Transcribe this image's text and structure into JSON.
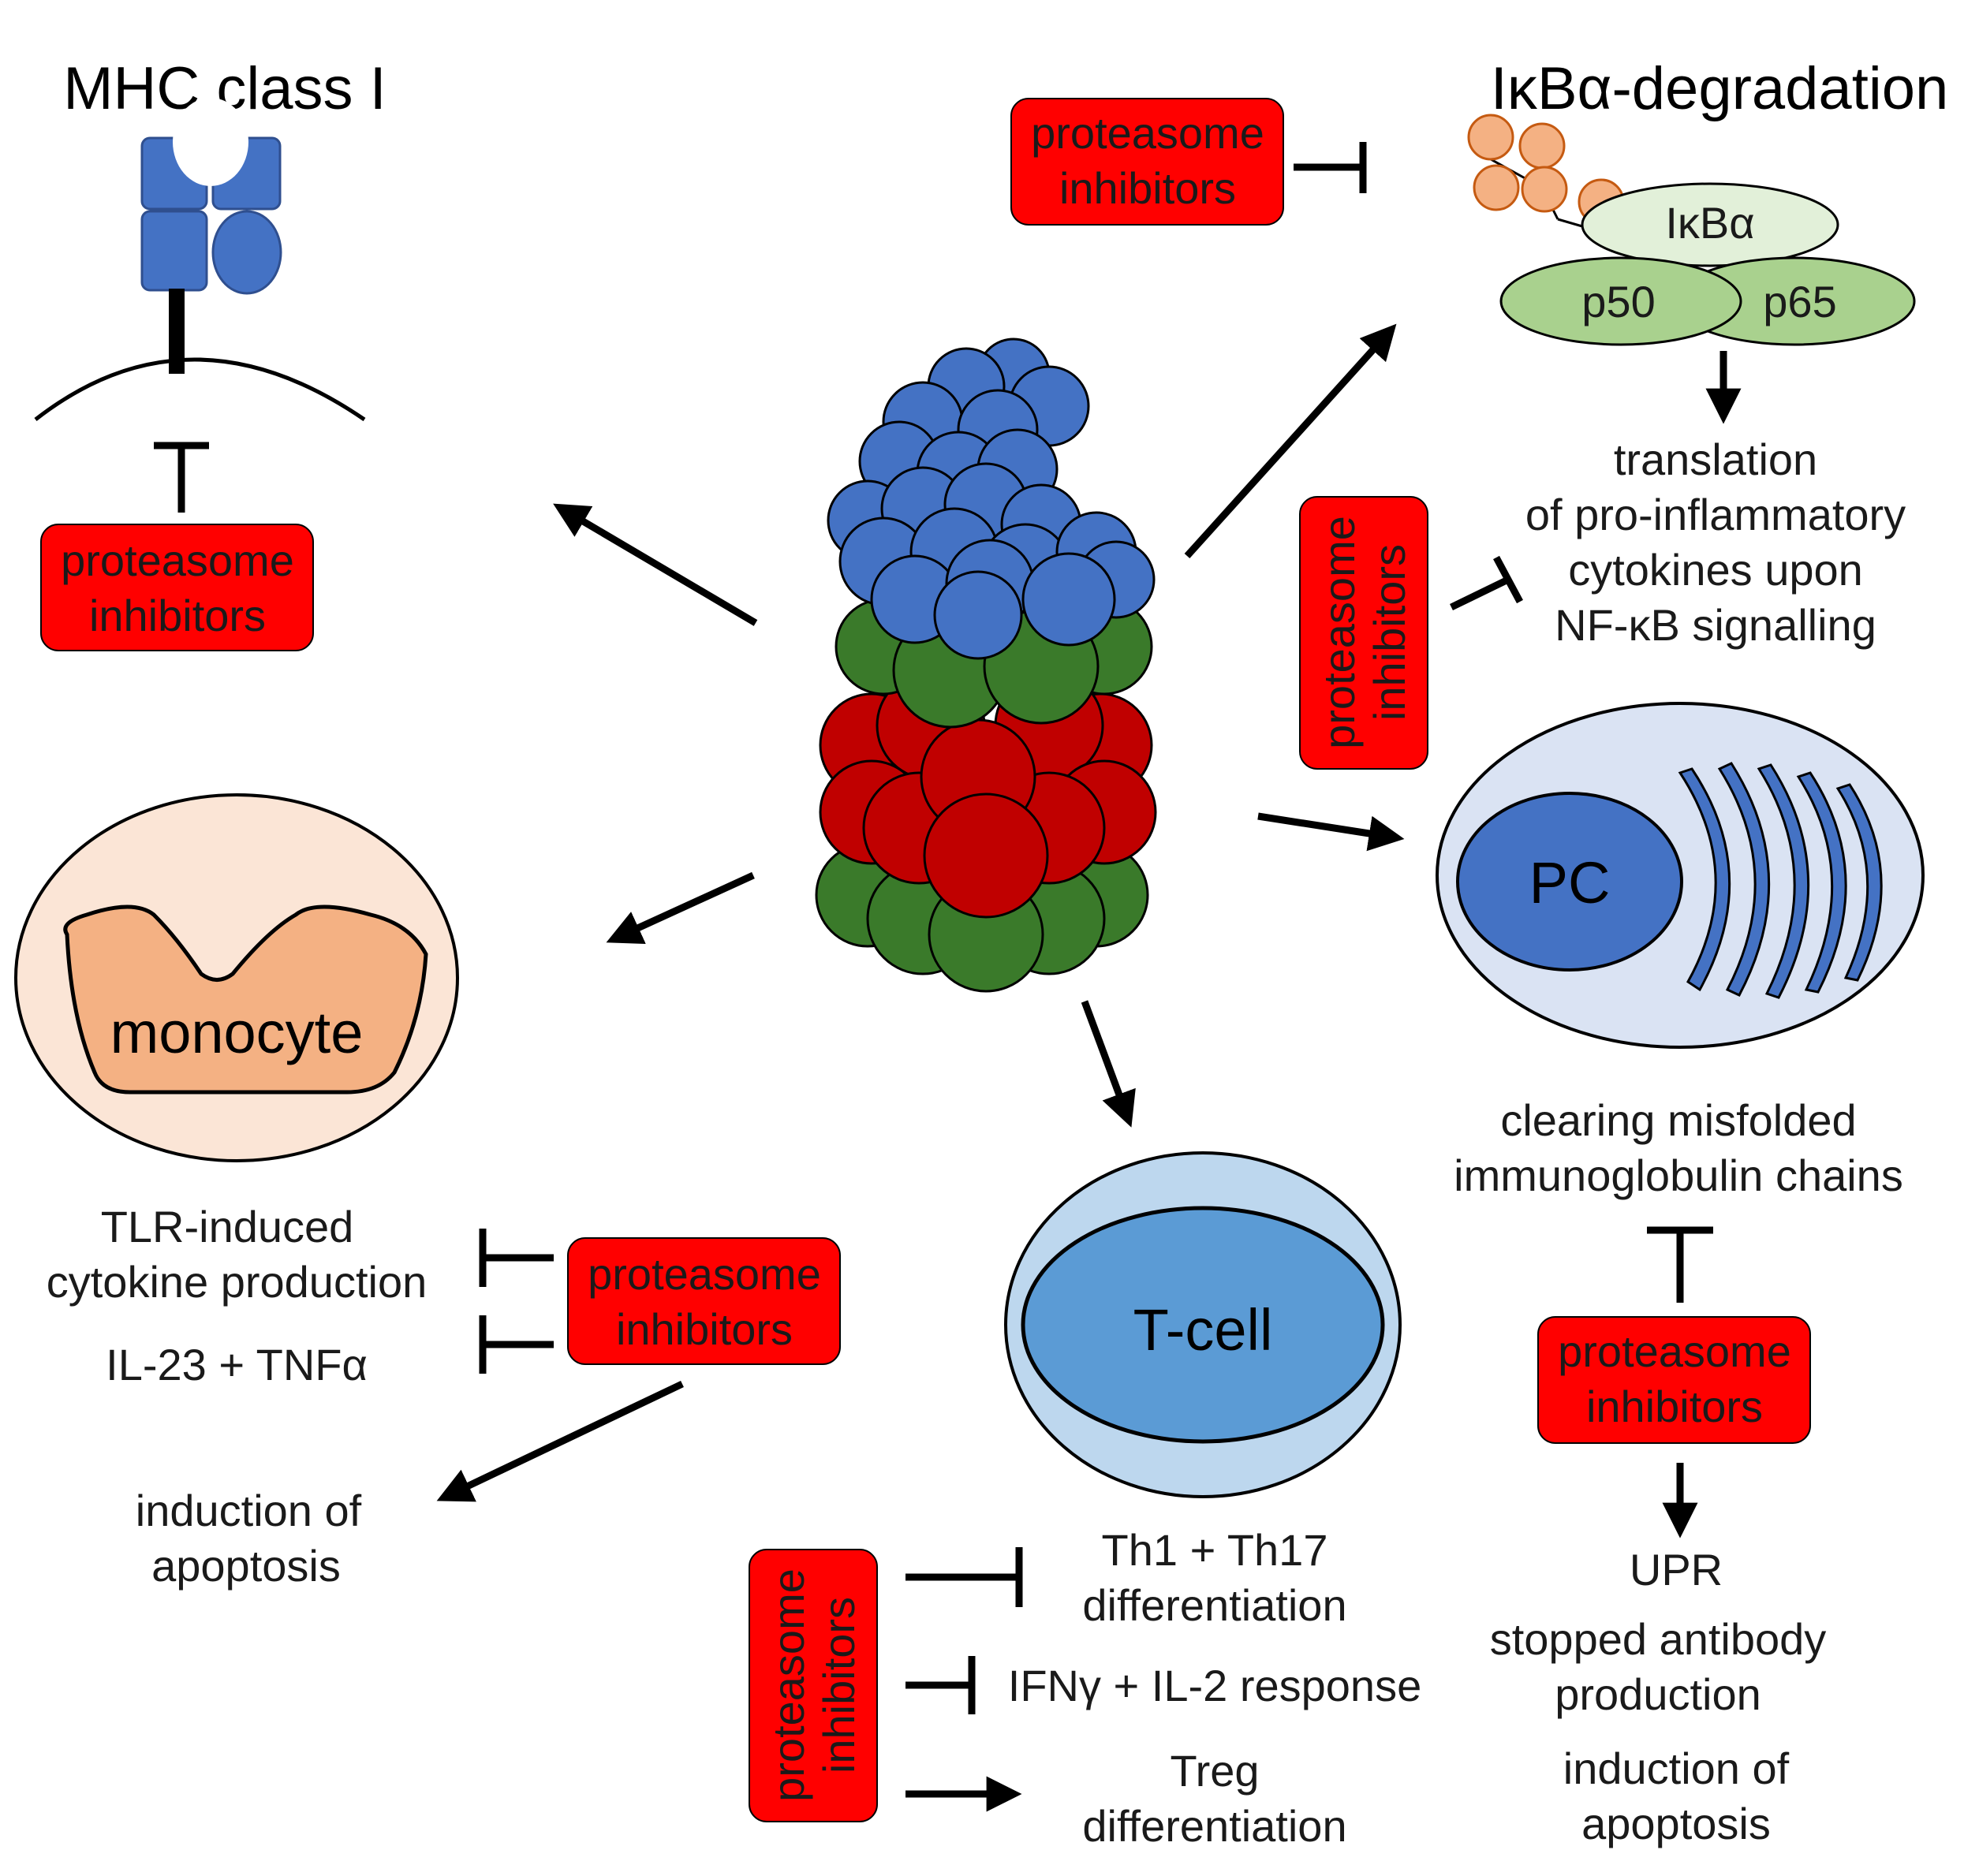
{
  "titles": {
    "mhc": "MHC class I",
    "ikba_degradation": "IκBα-degradation"
  },
  "inhibitor_label": {
    "line1": "proteasome",
    "line2": "inhibitors"
  },
  "nfkb": {
    "ikba": "IκBα",
    "p50": "p50",
    "p65": "p65",
    "outcome": [
      "translation",
      "of pro-inflammatory",
      "cytokines upon",
      "NF-κB signalling"
    ]
  },
  "plasma_cell": {
    "label": "PC",
    "outcome": [
      "clearing misfolded",
      "immunoglobulin  chains"
    ],
    "downstream": [
      "UPR",
      "stopped  antibody",
      "production",
      "induction of",
      "apoptosis"
    ]
  },
  "monocyte": {
    "label": "monocyte",
    "effects": [
      "TLR-induced",
      "cytokine production",
      "IL-23 + TNFα"
    ],
    "downstream": [
      "induction of",
      "apoptosis"
    ]
  },
  "tcell": {
    "label": "T-cell",
    "effects": [
      "Th1  + Th17",
      "differentiation",
      "IFNγ + IL-2 response",
      "Treg",
      "differentiation"
    ]
  },
  "colors": {
    "inhibitor_box": "#ff0000",
    "inhibitor_text": "#c00000",
    "proteasome_cap": "#4472c4",
    "proteasome_alpha": "#3a7a2a",
    "proteasome_beta": "#c00000",
    "mhc": "#4472c4",
    "nfkb_subunit": "#a9d18e",
    "ikba": "#e2f0d9",
    "ubiquitin": "#f4b183",
    "monocyte_outer": "#fbe5d6",
    "monocyte_nucleus": "#f4b183",
    "tcell_outer": "#bdd7ee",
    "tcell_nucleus": "#5b9bd5",
    "pc_outer": "#dae3f3",
    "pc_nucleus": "#4472c4"
  }
}
